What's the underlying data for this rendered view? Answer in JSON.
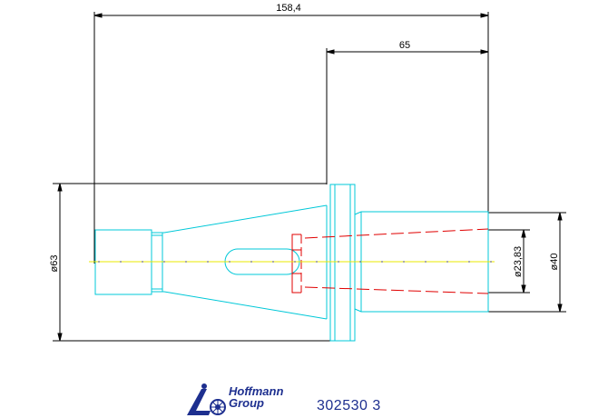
{
  "dimensions": {
    "overall_length": "158,4",
    "shank_length": "65",
    "flange_diameter": "ø63",
    "bore_diameter": "ø23,83",
    "shank_diameter": "ø40"
  },
  "logo": {
    "line1": "Hoffmann",
    "line2": "Group"
  },
  "part_number": "302530 3",
  "colors": {
    "outline": "#00c8d8",
    "hidden": "#e00000",
    "centerline": "#e8e800",
    "dimension": "#000000",
    "brand": "#1d2f8f"
  }
}
